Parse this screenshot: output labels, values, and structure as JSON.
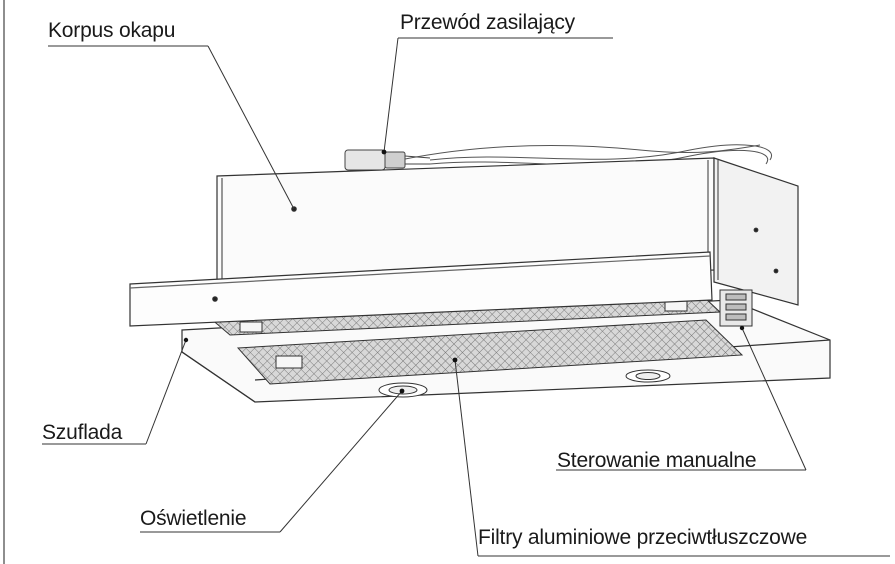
{
  "labels": {
    "korpus": "Korpus okapu",
    "przewod": "Przewód zasilający",
    "szuflada": "Szuflada",
    "sterowanie": "Sterowanie manualne",
    "oswietlenie": "Oświetlenie",
    "filtry": "Filtry aluminiowe przeciwtłuszczowe"
  },
  "colors": {
    "line": "#333333",
    "mesh": "#8a8a8a",
    "panel": "#f4f4f4"
  }
}
